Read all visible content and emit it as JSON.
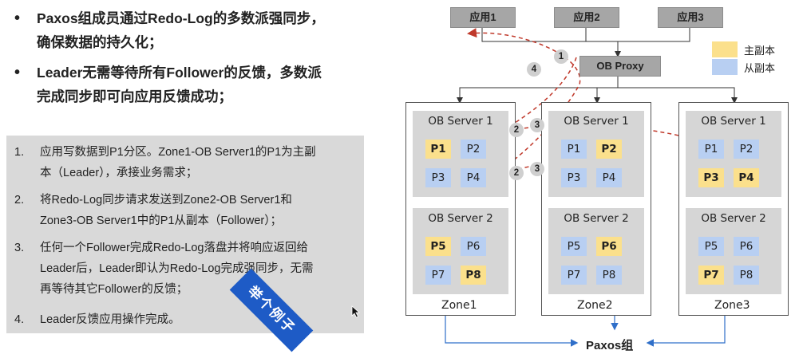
{
  "bullets": [
    {
      "line1": "Paxos组成员通过Redo-Log的多数派强同步，",
      "line2": "确保数据的持久化；"
    },
    {
      "line1": "Leader无需等待所有Follower的反馈，多数派",
      "line2": "完成同步即可向应用反馈成功；"
    }
  ],
  "steps": [
    {
      "num": "1.",
      "lines": [
        "应用写数据到P1分区。Zone1-OB Server1的P1为主副",
        "本（Leader），承接业务需求；"
      ]
    },
    {
      "num": "2.",
      "lines": [
        "将Redo-Log同步请求发送到Zone2-OB Server1和",
        "Zone3-OB Server1中的P1从副本（Follower）；"
      ]
    },
    {
      "num": "3.",
      "lines": [
        "任何一个Follower完成Redo-Log落盘并将响应返回给",
        "Leader后，Leader即认为Redo-Log完成强同步，无需",
        "再等待其它Follower的反馈；"
      ]
    },
    {
      "num": "4.",
      "lines": [
        "Leader反馈应用操作完成。"
      ]
    }
  ],
  "ribbon": "举个例子",
  "apps": [
    "应用1",
    "应用2",
    "应用3"
  ],
  "proxy": "OB Proxy",
  "legend": {
    "primary": "主副本",
    "secondary": "从副本",
    "primary_color": "#fbe08c",
    "secondary_color": "#b8cff2"
  },
  "zones": [
    {
      "label": "Zone1",
      "servers": [
        {
          "title": "OB Server 1",
          "replicas": [
            {
              "name": "P1",
              "role": "primary"
            },
            {
              "name": "P2",
              "role": "secondary"
            },
            {
              "name": "P3",
              "role": "secondary"
            },
            {
              "name": "P4",
              "role": "secondary"
            }
          ]
        },
        {
          "title": "OB Server 2",
          "replicas": [
            {
              "name": "P5",
              "role": "primary"
            },
            {
              "name": "P6",
              "role": "secondary"
            },
            {
              "name": "P7",
              "role": "secondary"
            },
            {
              "name": "P8",
              "role": "primary"
            }
          ]
        }
      ]
    },
    {
      "label": "Zone2",
      "servers": [
        {
          "title": "OB Server 1",
          "replicas": [
            {
              "name": "P1",
              "role": "secondary"
            },
            {
              "name": "P2",
              "role": "primary"
            },
            {
              "name": "P3",
              "role": "secondary"
            },
            {
              "name": "P4",
              "role": "secondary"
            }
          ]
        },
        {
          "title": "OB Server 2",
          "replicas": [
            {
              "name": "P5",
              "role": "secondary"
            },
            {
              "name": "P6",
              "role": "primary"
            },
            {
              "name": "P7",
              "role": "secondary"
            },
            {
              "name": "P8",
              "role": "secondary"
            }
          ]
        }
      ]
    },
    {
      "label": "Zone3",
      "servers": [
        {
          "title": "OB Server 1",
          "replicas": [
            {
              "name": "P1",
              "role": "secondary"
            },
            {
              "name": "P2",
              "role": "secondary"
            },
            {
              "name": "P3",
              "role": "primary"
            },
            {
              "name": "P4",
              "role": "primary"
            }
          ]
        },
        {
          "title": "OB Server 2",
          "replicas": [
            {
              "name": "P5",
              "role": "secondary"
            },
            {
              "name": "P6",
              "role": "secondary"
            },
            {
              "name": "P7",
              "role": "primary"
            },
            {
              "name": "P8",
              "role": "secondary"
            }
          ]
        }
      ]
    }
  ],
  "markers": [
    "1",
    "2",
    "3",
    "2",
    "3",
    "4"
  ],
  "paxos_label": "Paxos组",
  "colors": {
    "arrow_red": "#c0392b",
    "link_blue": "#2f6fc9"
  }
}
